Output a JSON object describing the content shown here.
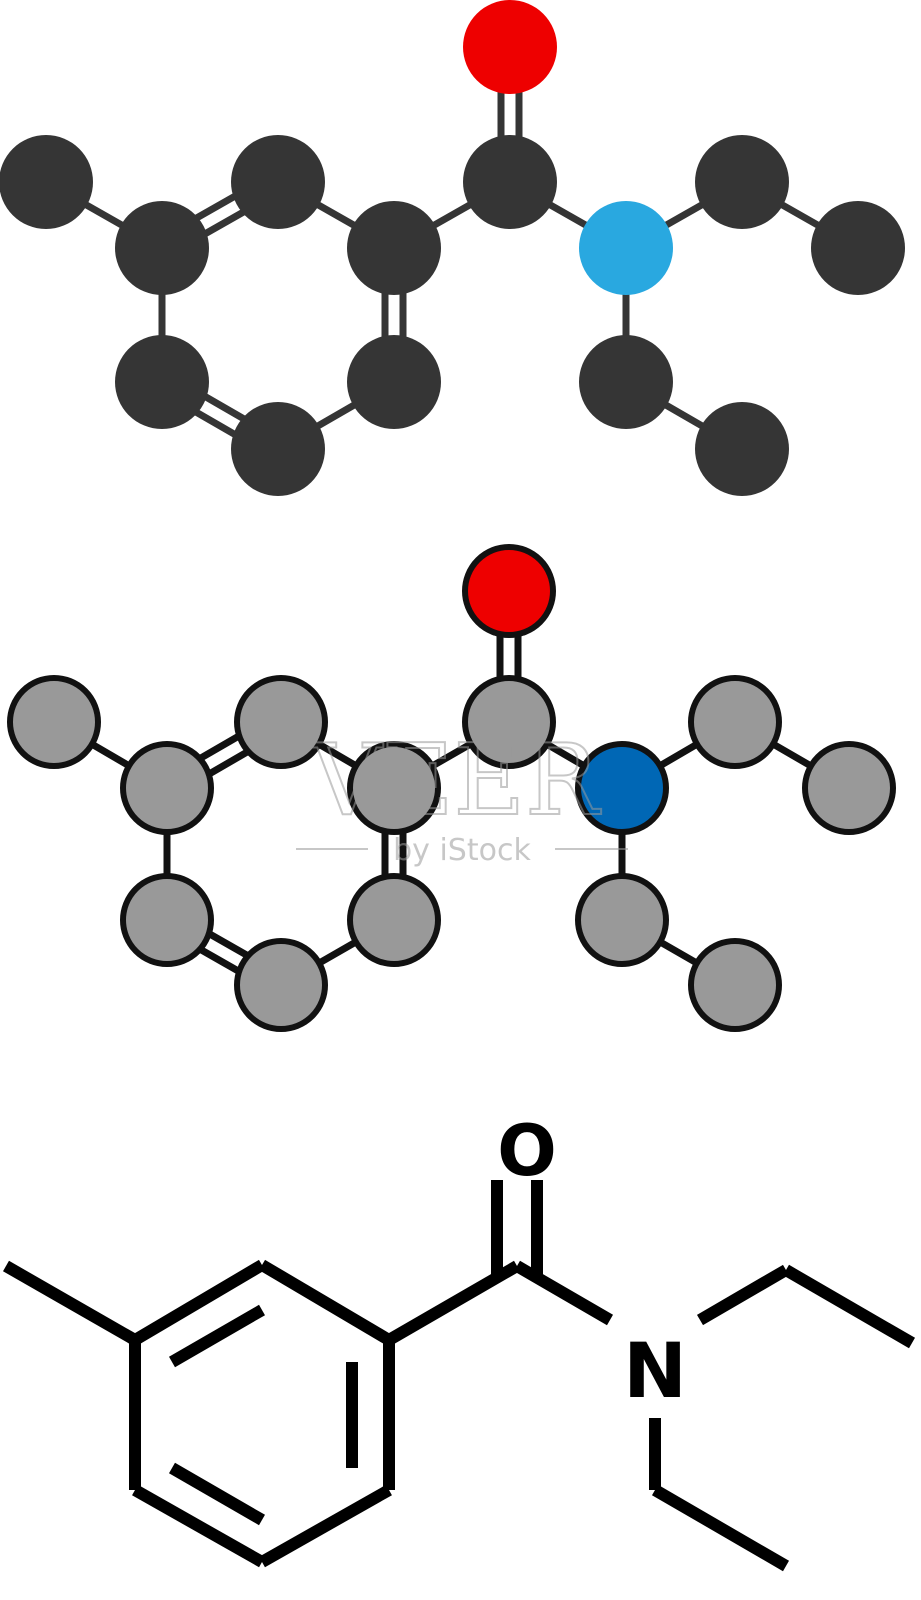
{
  "diagram": {
    "molecule": "N,N-diethyl-meta-toluamide",
    "colors": {
      "carbon_dark": "#353535",
      "oxygen": "#ee0000",
      "nitrogen_light": "#29a8e0",
      "carbon_gray": "#999999",
      "nitrogen_dark": "#0067b5",
      "outline": "#111111",
      "line": "#000000",
      "background": "#ffffff"
    },
    "labels": {
      "oxygen": "O",
      "nitrogen": "N"
    },
    "watermark": {
      "main": "VEER",
      "sub": "by iStock"
    }
  }
}
